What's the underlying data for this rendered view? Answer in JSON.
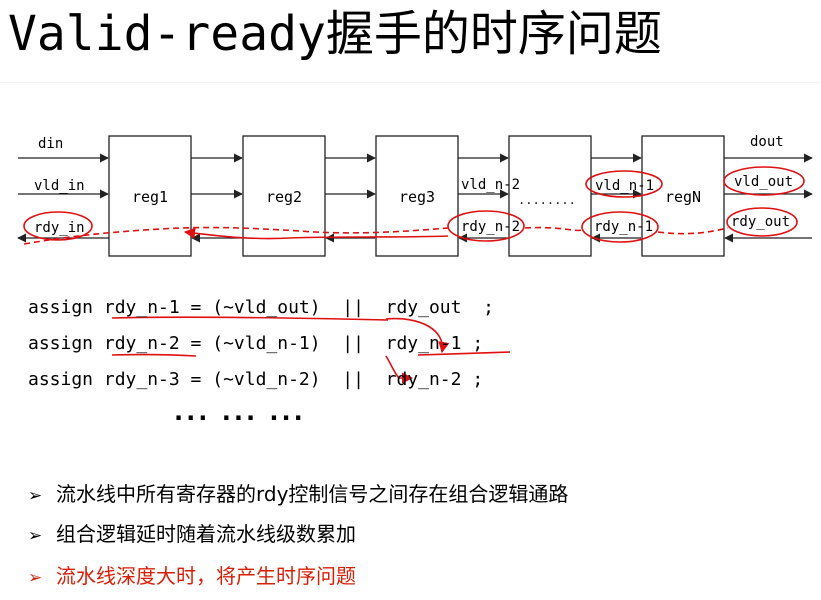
{
  "title": {
    "prefix": "Valid-ready",
    "suffix": "握手的时序问题"
  },
  "diagram": {
    "signals": {
      "din": "din",
      "vld_in": "vld_in",
      "rdy_in": "rdy_in",
      "dout": "dout",
      "vld_out": "vld_out",
      "rdy_out": "rdy_out",
      "vld_n2": "vld_n-2",
      "rdy_n2": "rdy_n-2",
      "vld_n1": "vld_n-1",
      "rdy_n1": "rdy_n-1"
    },
    "registers": [
      "reg1",
      "reg2",
      "reg3",
      "regN"
    ],
    "dots": "........",
    "annotation_color": "#e01010"
  },
  "code": [
    "assign rdy_n-1 = (~vld_out)  ||  rdy_out  ;",
    "assign rdy_n-2 = (~vld_n-1)  ||  rdy_n-1 ;",
    "assign rdy_n-3 = (~vld_n-2)  ||  rdy_n-2 ;"
  ],
  "ellipsis": "... ... ...",
  "bullets": [
    {
      "text": "流水线中所有寄存器的rdy控制信号之间存在组合逻辑通路",
      "highlight": false
    },
    {
      "text": "组合逻辑延时随着流水线级数累加",
      "highlight": false
    },
    {
      "text": "流水线深度大时，将产生时序问题",
      "highlight": true
    }
  ],
  "bullet_marker": "➢",
  "colors": {
    "text": "#000000",
    "highlight": "#d81e06"
  }
}
